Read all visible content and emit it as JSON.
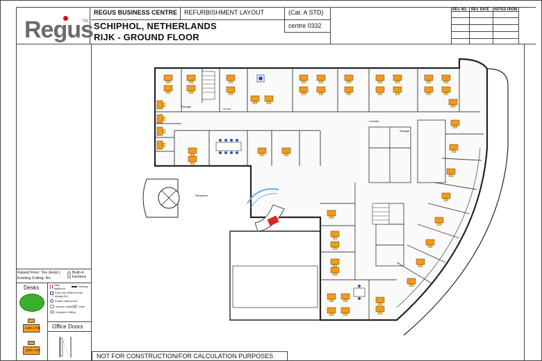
{
  "title_block": {
    "logo": "Regus",
    "logo_tm": "TM",
    "company": "REGUS BUSINESS CENTRE",
    "layout_type": "REFURBISHMENT LAYOUT",
    "category": "(Cat. A STD)",
    "location": "SCHIPHOL, NETHERLANDS",
    "centre": "centre 0332",
    "floor": "RIJK - GROUND FLOOR",
    "rev_no_label": "REV. NO.",
    "rev_date_label": "REV. DATE",
    "notes_label": "NOTES FROM",
    "notes_value": "-",
    "brand_color": "#e2001a"
  },
  "legend": {
    "raised_floor": "Raised Floor: Yes (Exist.)",
    "existing_ceiling": "Existing Ceiling: No",
    "built_in_furniture": "Built-in furniture",
    "desks_heading": "Desks",
    "desk_size_1": "1400 x 700",
    "desk_size_2": "1200 x 600",
    "office_doors_heading": "Office Doors",
    "new_wall": "New wall/door",
    "glazing": "Glazing",
    "floor_box": "Floor box (Refer to the design DL)",
    "power_cable_point": "Power cable point",
    "accent_carpet": "Accent Carpet",
    "vinyl": "Vinyl",
    "dropped_ceiling": "Dropped Ceiling",
    "desk_color": "#f39a1e",
    "meeting_color": "#3cae2f"
  },
  "plan": {
    "storage_1": "Storage",
    "storage_2": "Storage",
    "corridor": "Corridor",
    "reception": "Reception",
    "office_label": "OFFICE"
  },
  "footer": {
    "note": "NOT FOR CONSTRUCTION/FOR CALCULATION PURPOSES ONLY"
  }
}
